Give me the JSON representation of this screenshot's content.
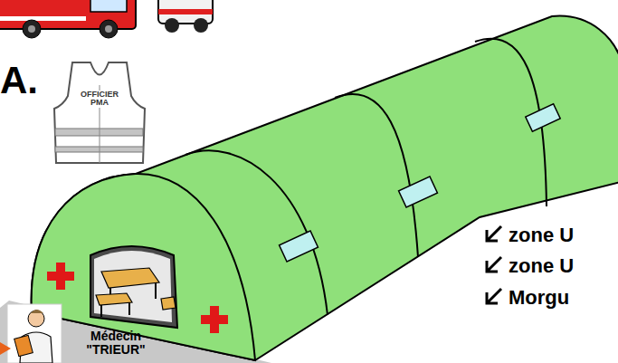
{
  "diagram": {
    "nodes": [
      {
        "text": [
          "OFFICIER PMA"
        ]
      }
    ],
    "labels": [
      "A.",
      "zone U",
      "zone U",
      "Morgu",
      "Médecin \"TRIEUR\""
    ]
  }
}
